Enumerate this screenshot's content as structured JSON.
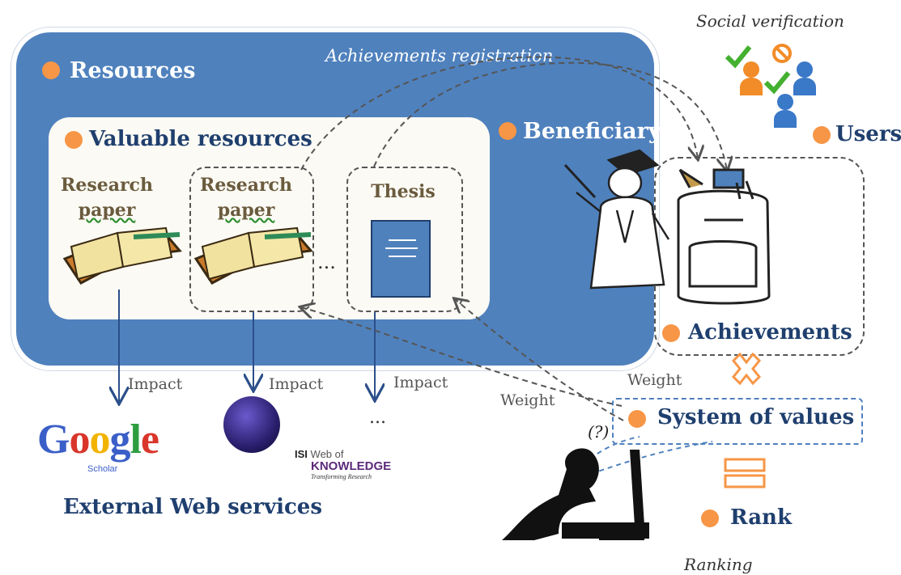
{
  "colors": {
    "panel": "#4f81bd",
    "accent": "#f79646",
    "dark_text": "#1f3f6e"
  },
  "labels": {
    "resources": "Resources",
    "valuable_resources": "Valuable resources",
    "beneficiary": "Beneficiary",
    "users": "Users",
    "social_verification": "Social verification",
    "achievements_registration": "Achievements registration",
    "achievements": "Achievements",
    "system_of_values": "System of values",
    "rank": "Rank",
    "ranking": "Ranking",
    "external_web_services": "External Web services",
    "weight_1": "Weight",
    "weight_2": "Weight",
    "question": "(?)",
    "ellipsis_resources": "...",
    "ellipsis_services": "..."
  },
  "resource_items": [
    {
      "line1": "Research",
      "line2": "paper"
    },
    {
      "line1": "Research",
      "line2": "paper"
    },
    {
      "line1": "Thesis",
      "line2": ""
    }
  ],
  "impact_labels": [
    "Impact",
    "Impact",
    "Impact"
  ],
  "logos": {
    "google": {
      "text": "Google",
      "sub": "Scholar"
    },
    "isi": {
      "line1": "ISI",
      "line1b": "Web of",
      "line2": "KNOWLEDGE",
      "line3": "Transforming Research"
    }
  }
}
